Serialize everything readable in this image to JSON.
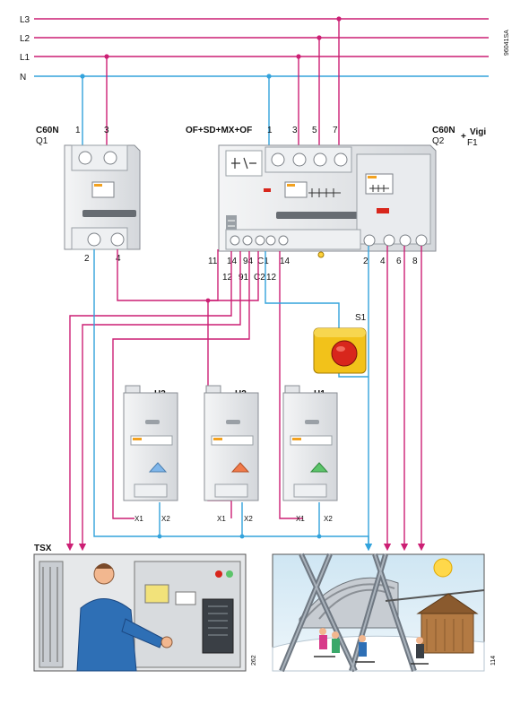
{
  "bus": {
    "lines": [
      "L3",
      "L2",
      "L1",
      "N"
    ],
    "ref_code": "96041SA"
  },
  "q1": {
    "name": "C60N",
    "ref": "Q1",
    "top_terminals": [
      "1",
      "3"
    ],
    "bottom_terminals": [
      "2",
      "4"
    ]
  },
  "aux": {
    "name": "OF+SD+MX+OF",
    "top_terminals": [
      "1",
      "3",
      "5",
      "7"
    ],
    "bottom_terminals": [
      "11",
      "14",
      "12",
      "91",
      "94",
      "C1",
      "C2",
      "12",
      "14"
    ]
  },
  "q2": {
    "name": "C60N",
    "plus": "+",
    "vigi": "Vigi",
    "ref": "Q2",
    "vigi_ref": "F1",
    "bottom_terminals": [
      "2",
      "4",
      "6",
      "8"
    ]
  },
  "switch": {
    "ref": "S1"
  },
  "lamps": [
    {
      "ref": "H3",
      "x1": "X1",
      "x2": "X2",
      "lens_color": "#7fb6ea"
    },
    {
      "ref": "H2",
      "x1": "X1",
      "x2": "X2",
      "lens_color": "#f07a4a"
    },
    {
      "ref": "H1",
      "x1": "X1",
      "x2": "X2",
      "lens_color": "#5cc46a"
    }
  ],
  "tsx": {
    "label": "TSX",
    "code": "262"
  },
  "lift": {
    "code": "114"
  },
  "colors": {
    "phase_wire": "#cc1f74",
    "neutral_wire": "#33a3dc",
    "device_body": "#e3e5e8",
    "device_edge": "#8a8e94",
    "switch_box": "#f2c21a",
    "emergency_button": "#d8261c"
  }
}
